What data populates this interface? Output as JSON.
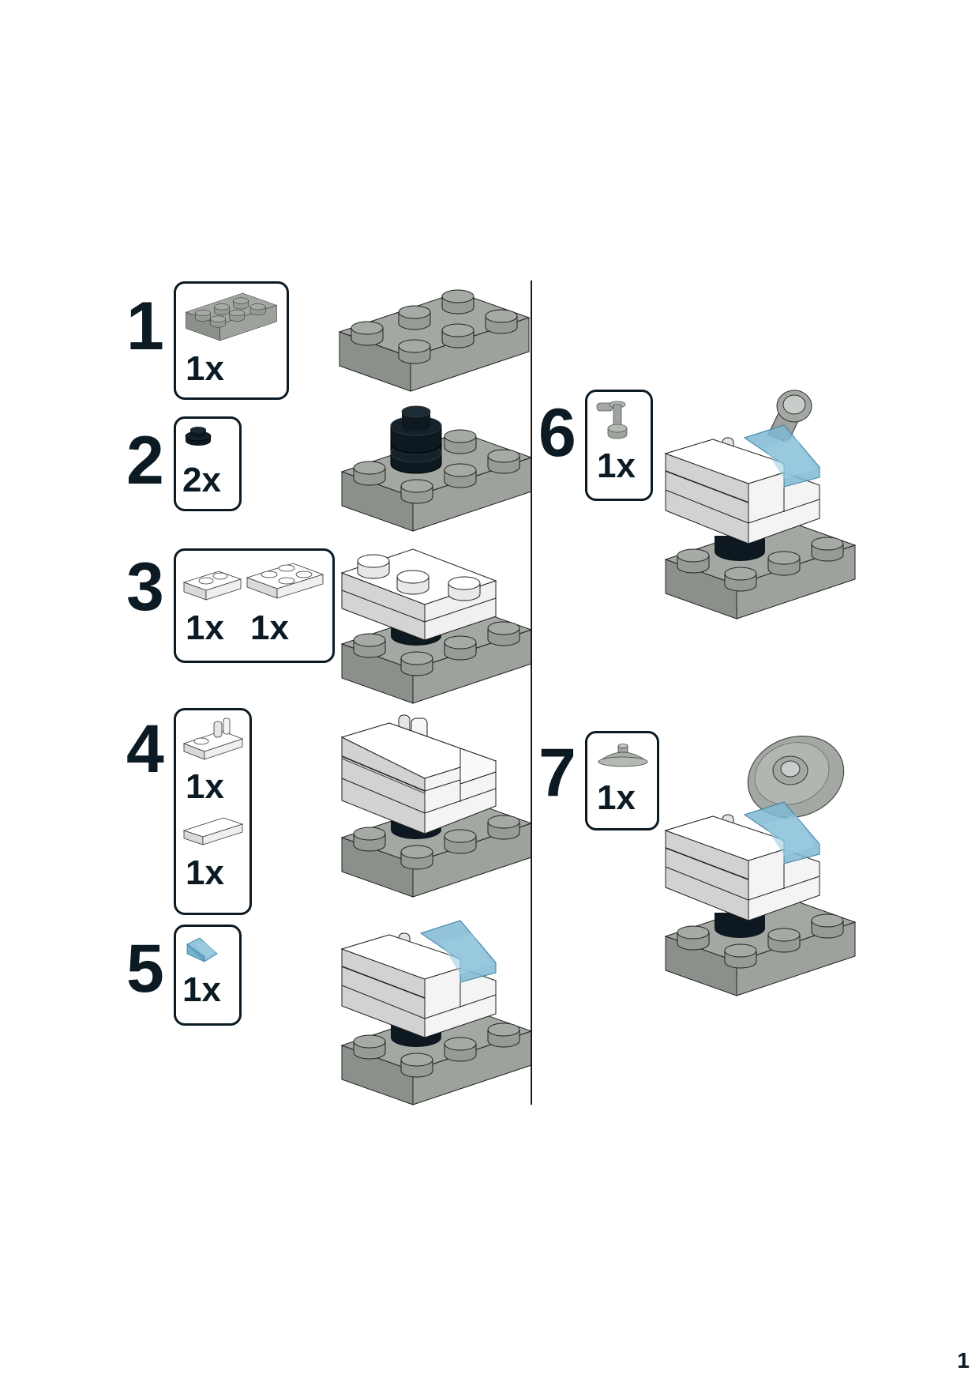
{
  "page": {
    "number": "1"
  },
  "colors": {
    "ink": "#0c1a24",
    "plate_gray_top": "#a3a8a3",
    "plate_gray_left": "#8b908b",
    "plate_gray_right": "#9da29d",
    "white_top": "#ffffff",
    "white_side": "#d6d6d6",
    "black_part": "#0d1820",
    "trans_blue": "#7fb9d4"
  },
  "steps": [
    {
      "number": "1",
      "parts": [
        {
          "name": "Plate 2x3 light gray",
          "icon": "plate-2x3-gray-icon",
          "qty": "1x"
        }
      ]
    },
    {
      "number": "2",
      "parts": [
        {
          "name": "Round plate 1x1 black",
          "icon": "round-plate-1x1-black-icon",
          "qty": "2x"
        }
      ]
    },
    {
      "number": "3",
      "parts": [
        {
          "name": "Plate 1x2 white",
          "icon": "plate-1x2-white-icon",
          "qty": "1x"
        },
        {
          "name": "Plate 2x2 white",
          "icon": "plate-2x2-white-icon",
          "qty": "1x"
        }
      ]
    },
    {
      "number": "4",
      "parts": [
        {
          "name": "Plate 1x2 with clip white",
          "icon": "clip-plate-white-icon",
          "qty": "1x"
        },
        {
          "name": "Tile 1x2 white",
          "icon": "tile-1x2-white-icon",
          "qty": "1x"
        }
      ]
    },
    {
      "number": "5",
      "parts": [
        {
          "name": "Slope 1x1 trans light blue",
          "icon": "slope-trans-blue-icon",
          "qty": "1x"
        }
      ]
    },
    {
      "number": "6",
      "parts": [
        {
          "name": "Bar with stud holder light gray",
          "icon": "bar-holder-gray-icon",
          "qty": "1x"
        }
      ]
    },
    {
      "number": "7",
      "parts": [
        {
          "name": "Dish 2x2 light gray",
          "icon": "dish-gray-icon",
          "qty": "1x"
        }
      ]
    }
  ]
}
